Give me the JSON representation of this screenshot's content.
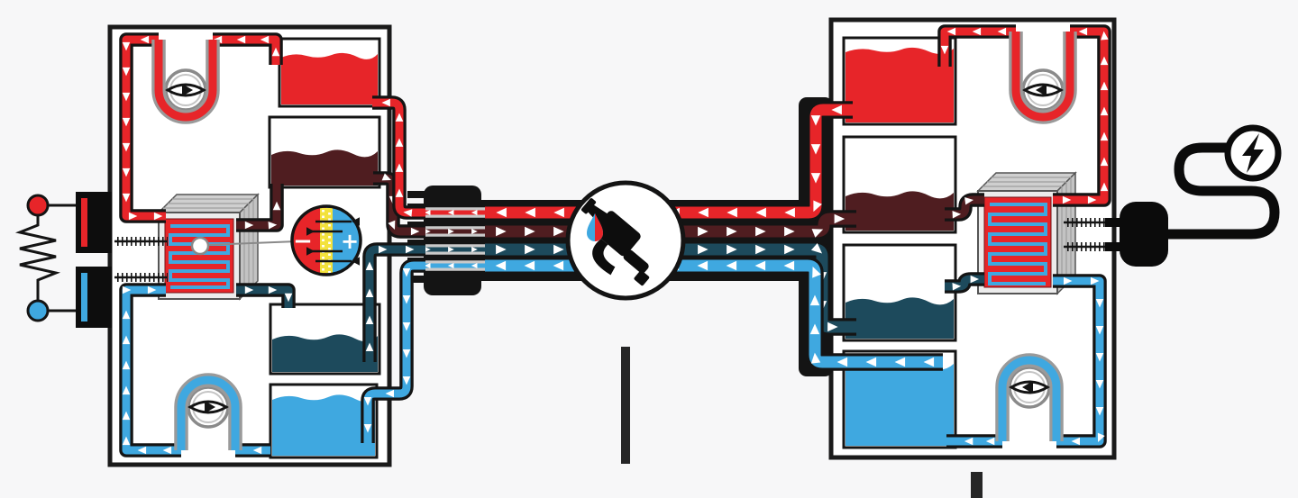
{
  "colors": {
    "red": "#e72529",
    "maroon": "#4f1d20",
    "teal": "#1d4a5c",
    "lblue": "#3fa8e0",
    "yellow": "#f3e23c",
    "ink": "#141414",
    "bg": "#f7f7f8",
    "paper": "#ffffff",
    "pumpcasing": "#9a9a9a",
    "stackgray": "#cfcfcf",
    "wallstroke": "#1a1a1a"
  },
  "membrane_detail": {
    "minus_label": "−",
    "plus_label": "+"
  },
  "left_unit": {
    "name": "discharging-unit-with-resistor-load",
    "tanks": [
      {
        "name": "charged-catholyte-tank",
        "color": "red",
        "fill_percent": 75
      },
      {
        "name": "spent-catholyte-tank",
        "color": "maroon",
        "fill_percent": 45
      },
      {
        "name": "spent-anolyte-tank",
        "color": "teal",
        "fill_percent": 48
      },
      {
        "name": "charged-anolyte-tank",
        "color": "lblue",
        "fill_percent": 78
      }
    ],
    "pumps": [
      {
        "name": "catholyte-pump",
        "rotor_direction": "right"
      },
      {
        "name": "anolyte-pump",
        "rotor_direction": "right"
      }
    ],
    "load": "resistor-between-positive-and-negative-terminals"
  },
  "right_unit": {
    "name": "charging-unit-grid-connected",
    "tanks": [
      {
        "name": "charged-catholyte-tank",
        "color": "red",
        "fill_percent": 85
      },
      {
        "name": "spent-catholyte-tank",
        "color": "maroon",
        "fill_percent": 38
      },
      {
        "name": "spent-anolyte-tank",
        "color": "teal",
        "fill_percent": 40
      },
      {
        "name": "charged-anolyte-tank",
        "color": "lblue",
        "fill_percent": 82
      }
    ],
    "pumps": [
      {
        "name": "catholyte-pump",
        "rotor_direction": "left"
      },
      {
        "name": "anolyte-pump",
        "rotor_direction": "left"
      }
    ],
    "source": "power-plug-with-lightning-cord"
  },
  "transfer_lines": [
    {
      "name": "charged-catholyte-line",
      "color": "red",
      "flow": "right-to-left"
    },
    {
      "name": "spent-catholyte-line",
      "color": "maroon",
      "flow": "left-to-right"
    },
    {
      "name": "spent-anolyte-line",
      "color": "teal",
      "flow": "left-to-right"
    },
    {
      "name": "charged-anolyte-line",
      "color": "lblue",
      "flow": "right-to-left"
    }
  ],
  "icons": [
    "fuel-nozzle-icon",
    "two-tone-droplet-icon",
    "lightning-bolt-icon",
    "power-plug-icon",
    "pump-rotor-icon",
    "resistor-icon",
    "membrane-exchange-icon",
    "cell-stack-icon"
  ]
}
